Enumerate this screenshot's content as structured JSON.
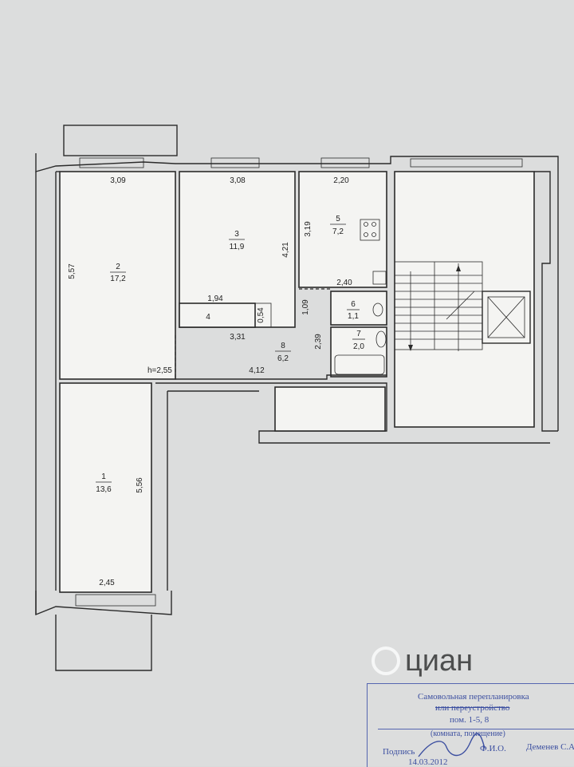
{
  "plan": {
    "rooms": [
      {
        "number": "1",
        "area": "13,6"
      },
      {
        "number": "2",
        "area": "17,2"
      },
      {
        "number": "3",
        "area": "11,9"
      },
      {
        "number": "4",
        "area": ""
      },
      {
        "number": "5",
        "area": "7,2"
      },
      {
        "number": "6",
        "area": "1,1"
      },
      {
        "number": "7",
        "area": "2,0"
      },
      {
        "number": "8",
        "area": "6,2"
      }
    ],
    "dimensions": {
      "d309": "3,09",
      "d308": "3,08",
      "d220": "2,20",
      "d557": "5,57",
      "d421": "4,21",
      "d319": "3,19",
      "d194": "1,94",
      "d054": "0,54",
      "d331": "3,31",
      "d240": "2,40",
      "d109": "1,09",
      "d239": "2,39",
      "d412": "4,12",
      "d556": "5,56",
      "d245": "2,45"
    },
    "ceiling_height": "h=2,55"
  },
  "stamp": {
    "line1": "Самовольная перепланировка",
    "line2": "или переустройство",
    "line3": "пом. 1-5, 8",
    "line4": "(комната, помещение)",
    "line5a": "Подпись",
    "line5b": "Ф.И.О.",
    "line5c": "Деменев С.А",
    "line6": "14.03.2012"
  },
  "watermark": {
    "text": "циан"
  },
  "colors": {
    "background": "#d9dadb",
    "paper": "#f4f4f2",
    "ink": "#2b2b2b",
    "stamp_ink": "#3c4fa0"
  }
}
